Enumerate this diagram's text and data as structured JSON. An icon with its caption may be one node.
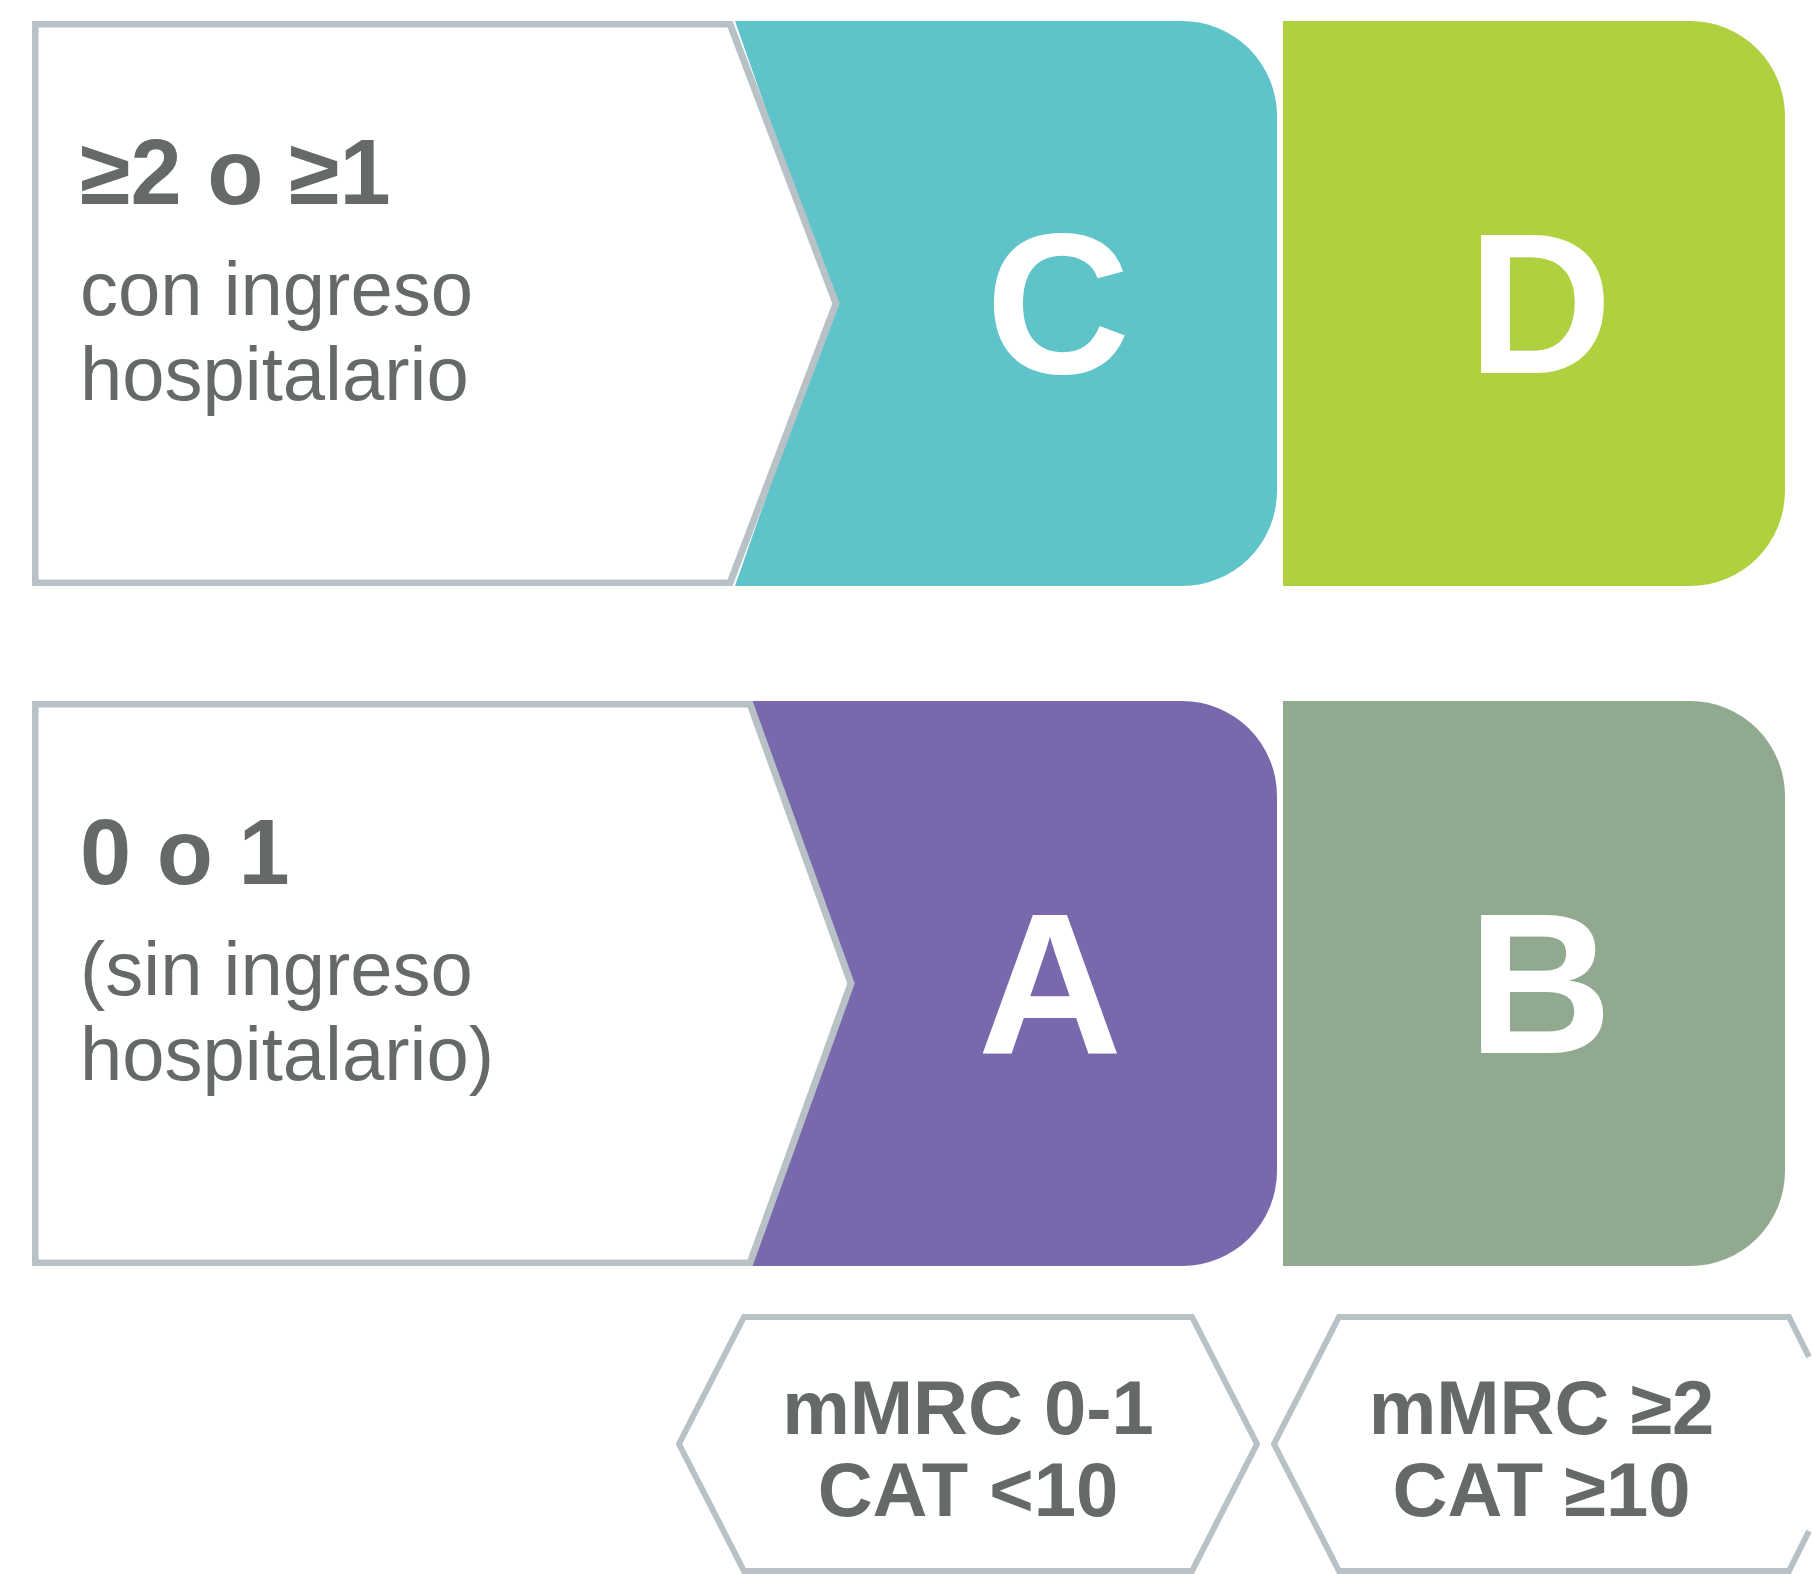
{
  "diagram": {
    "nodes": [
      {
        "text": [
          "≥2 o ≥1",
          "con ingreso hospitalario"
        ]
      },
      {
        "text": [
          "C"
        ]
      },
      {
        "text": [
          "D"
        ]
      },
      {
        "text": [
          "0 o 1",
          "(sin ingreso hospitalario)"
        ]
      },
      {
        "text": [
          "A"
        ]
      },
      {
        "text": [
          "B"
        ]
      },
      {
        "text": [
          "mMRC 0-1",
          "CAT <10"
        ]
      },
      {
        "text": [
          "mMRC ≥2",
          "CAT ≥10"
        ]
      }
    ]
  }
}
